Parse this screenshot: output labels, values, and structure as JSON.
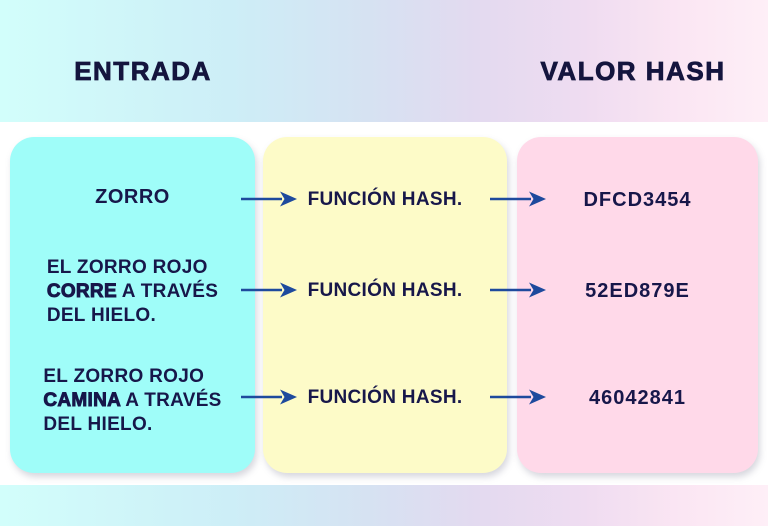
{
  "header": {
    "input_label": "ENTRADA",
    "hash_label": "VALOR HASH"
  },
  "colors": {
    "input_panel": "#9ffdf9",
    "function_panel": "#fdfbc8",
    "hash_panel": "#ffd9e9",
    "arrow": "#1e4a9d",
    "text": "#17174a",
    "band_gradient_left": "#d2fefb",
    "band_gradient_right": "#feeff7"
  },
  "icons": {
    "arrow": "arrow-right-icon"
  },
  "rows": [
    {
      "input": {
        "line1": "ZORRO"
      },
      "function": "FUNCIÓN HASH.",
      "hash": "DFCD3454"
    },
    {
      "input": {
        "line1": "EL ZORRO ROJO",
        "line2_bold": "CORRE",
        "line2_rest": " A TRAVÉS",
        "line3": "DEL HIELO."
      },
      "function": "FUNCIÓN HASH.",
      "hash": "52ED879E"
    },
    {
      "input": {
        "line1": "EL ZORRO ROJO",
        "line2_bold": "CAMINA",
        "line2_rest": " A TRAVÉS",
        "line3": "DEL HIELO."
      },
      "function": "FUNCIÓN HASH.",
      "hash": "46042841"
    }
  ]
}
